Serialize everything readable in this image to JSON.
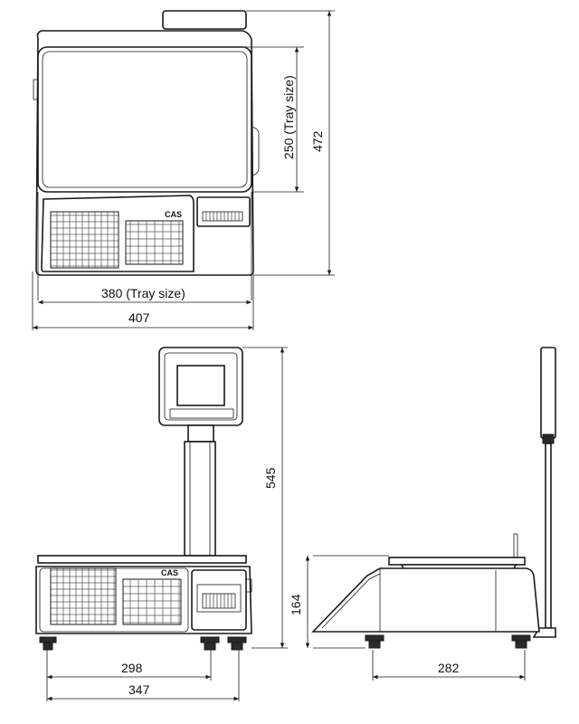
{
  "top_view": {
    "brand": "CAS",
    "dims": {
      "tray_height": "250 (Tray size)",
      "total_height": "472",
      "tray_width": "380 (Tray size)",
      "total_width": "407"
    }
  },
  "front_view": {
    "brand": "CAS",
    "dims": {
      "overall_height": "545",
      "feet_span": "298",
      "body_width": "347"
    }
  },
  "side_view": {
    "dims": {
      "body_height": "164",
      "depth": "282"
    }
  }
}
